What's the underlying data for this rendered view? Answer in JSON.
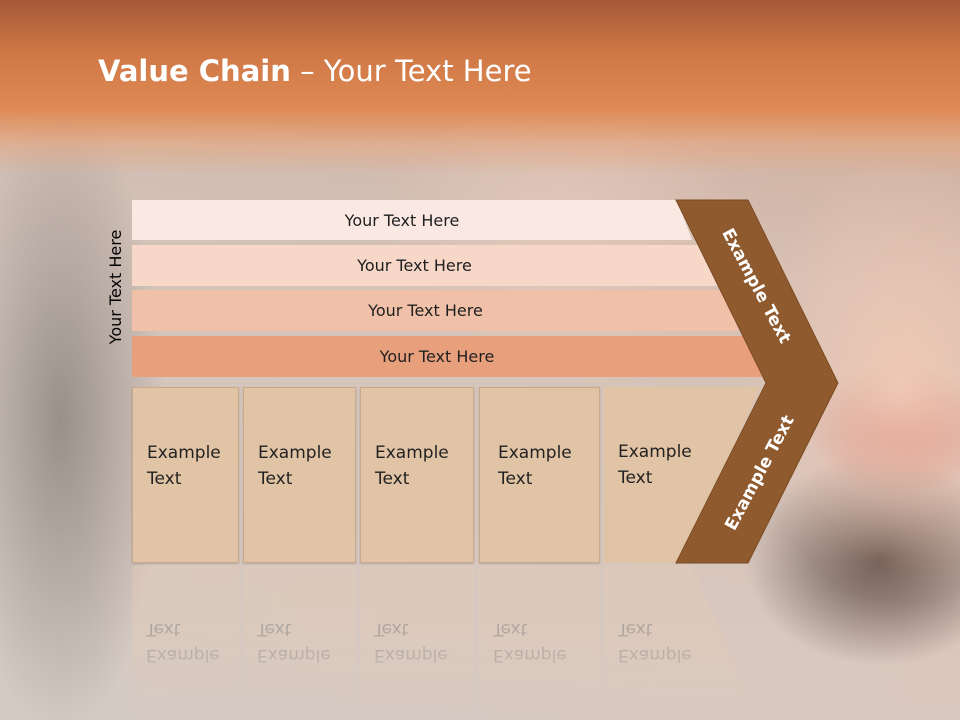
{
  "slide": {
    "title_bold": "Value Chain",
    "title_rest": " – Your Text Here",
    "vertical_label": "Your Text Here"
  },
  "bars": [
    {
      "label": "Your Text Here"
    },
    {
      "label": "Your Text Here"
    },
    {
      "label": "Your Text Here"
    },
    {
      "label": "Your Text Here"
    }
  ],
  "boxes": [
    {
      "line1": "Example",
      "line2": "Text"
    },
    {
      "line1": "Example",
      "line2": "Text"
    },
    {
      "line1": "Example",
      "line2": "Text"
    },
    {
      "line1": "Example",
      "line2": "Text"
    },
    {
      "line1": "Example",
      "line2": "Text"
    }
  ],
  "chevron": {
    "upper_label": "Example Text",
    "lower_label": "Example Text"
  },
  "colors": {
    "header": "#d37b48",
    "chevron": "#8f5a2e",
    "bar_1": "#fae9e2",
    "bar_2": "#f7d7c8",
    "bar_3": "#f0c1a8",
    "bar_4": "#e8a07c",
    "box": "#e1c3a5"
  }
}
